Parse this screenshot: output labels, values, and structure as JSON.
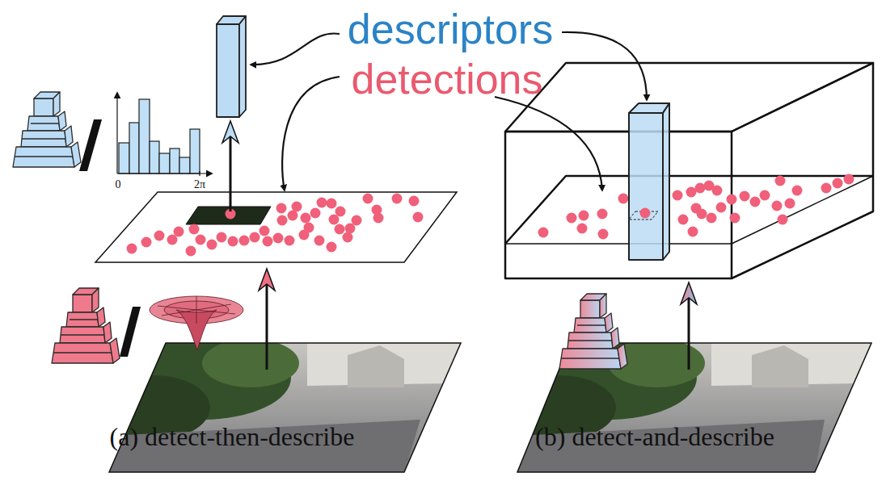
{
  "diagram": {
    "labels": [
      "descriptors",
      "detections",
      "0",
      "2π",
      "(a) detect-then-describe",
      "(b) detect-and-describe"
    ]
  }
}
